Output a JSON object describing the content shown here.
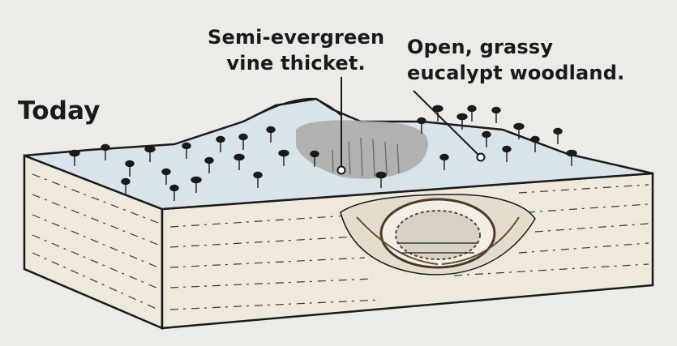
{
  "diagram": {
    "title": "Today",
    "callouts": {
      "vine_thicket": {
        "line1": "Semi-evergreen",
        "line2": "vine thicket."
      },
      "woodland": {
        "line1": "Open, grassy",
        "line2": "eucalypt woodland."
      }
    }
  },
  "colors": {
    "background": "#ecebe8",
    "surface": "#d9e3ea",
    "soil": "#efe9dc",
    "ink": "#1a1a1a",
    "thicket": "#9a9a9a"
  }
}
